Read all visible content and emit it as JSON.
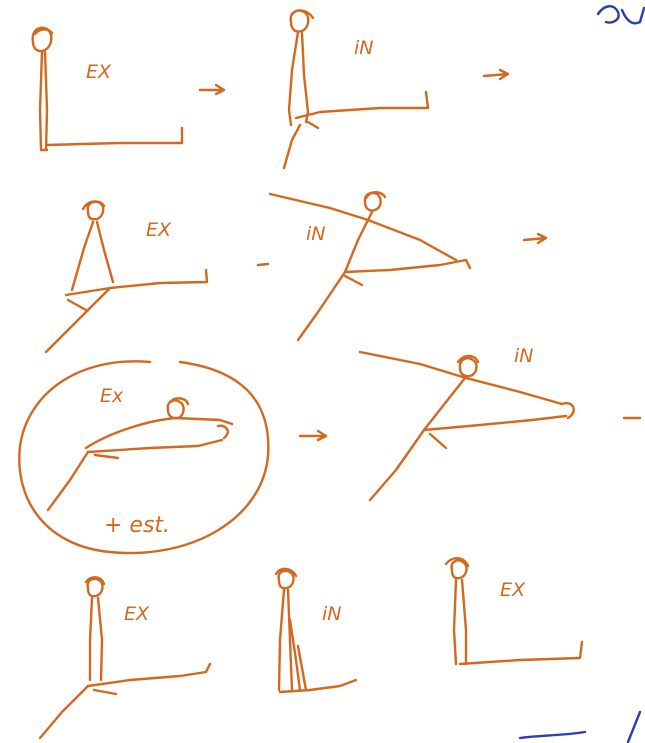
{
  "labels": {
    "r1_a": "EX",
    "r1_b": "iN",
    "r2_a": "EX",
    "r2_b": "iN",
    "r3_a": "Ex",
    "r3_note": "+ est.",
    "r3_b": "iN",
    "r4_a": "EX",
    "r4_b": "iN",
    "r4_c": "EX"
  },
  "colors": {
    "ink": "#d2691e",
    "ink_secondary": "#2a3fb0",
    "paper": "#ffffff"
  }
}
